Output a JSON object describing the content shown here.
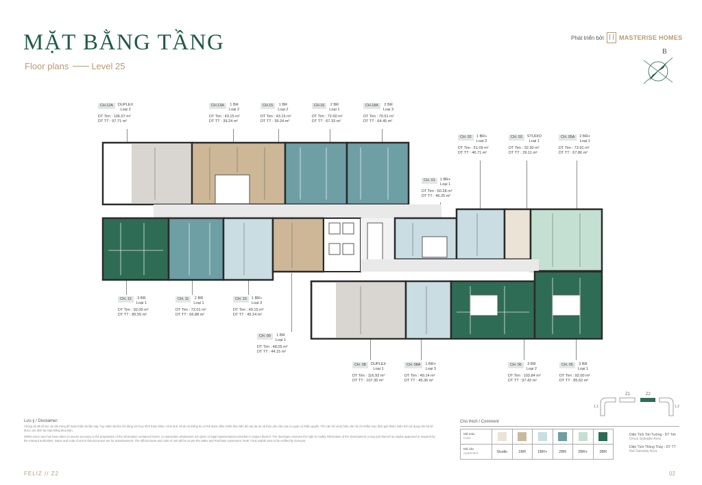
{
  "header": {
    "title": "MẶT BẰNG TẦNG",
    "subtitle": "Floor plans",
    "level": "Level 25"
  },
  "brand": {
    "prefix": "Phát triển bởi",
    "name": "MASTERISE HOMES"
  },
  "compass": {
    "label": "B"
  },
  "units": [
    {
      "id": "ch12a",
      "code": "CH.12A",
      "type": "DUPLEX",
      "loai": "Loại 2",
      "dt_tim": "DT Tim : 106.07 m²",
      "dt_tt": "DT TT : 97.71 m²"
    },
    {
      "id": "ch13a",
      "code": "CH.13A",
      "type": "1 BR",
      "loai": "Loại 2",
      "dt_tim": "DT Tim : 43.15 m²",
      "dt_tt": "DT TT : 39.24 m²"
    },
    {
      "id": "ch15",
      "code": "CH.15",
      "type": "1 BR",
      "loai": "Loại 2",
      "dt_tim": "DT Tim : 43.15 m²",
      "dt_tt": "DT TT : 39.24 m²"
    },
    {
      "id": "ch16",
      "code": "CH.16",
      "type": "2 BR",
      "loai": "Loại 1",
      "dt_tim": "DT Tim : 72.00 m²",
      "dt_tt": "DT TT : 67.33 m²"
    },
    {
      "id": "ch18a",
      "code": "CH.18A",
      "type": "2 BR",
      "loai": "Loại 3",
      "dt_tim": "DT Tim : 70.51 m²",
      "dt_tt": "DT TT : 64.45 m²"
    },
    {
      "id": "ch02",
      "code": "CH. 02",
      "type": "1 BR+",
      "loai": "Loại 2",
      "dt_tim": "DT Tim : 51.09 m²",
      "dt_tt": "DT TT : 46.71 m²"
    },
    {
      "id": "ch03",
      "code": "CH. 03",
      "type": "STUDIO",
      "loai": "Loại 1",
      "dt_tim": "DT Tim : 32.30 m²",
      "dt_tt": "DT TT : 29.11 m²"
    },
    {
      "id": "ch05a",
      "code": "CH. 05A",
      "type": "2 BR+",
      "loai": "Loại 1",
      "dt_tim": "DT Tim : 73.91 m²",
      "dt_tt": "DT TT : 67.86 m²"
    },
    {
      "id": "ch01",
      "code": "CH. 01",
      "type": "1 BR+",
      "loai": "Loại 1",
      "dt_tim": "DT Tim : 50.28 m²",
      "dt_tt": "DT TT : 46.25 m²"
    },
    {
      "id": "ch12",
      "code": "CH. 12",
      "type": "3 BR",
      "loai": "Loại 1",
      "dt_tim": "DT Tim : 92.00 m²",
      "dt_tt": "DT TT : 85.55 m²"
    },
    {
      "id": "ch11",
      "code": "CH. 11",
      "type": "2 BR",
      "loai": "Loại 1",
      "dt_tim": "DT Tim : 72.01 m²",
      "dt_tt": "DT TT : 66.88 m²"
    },
    {
      "id": "ch10",
      "code": "CH. 10",
      "type": "1 BR+",
      "loai": "Loại 3",
      "dt_tim": "DT Tim : 49.15 m²",
      "dt_tt": "DT TT : 45.24 m²"
    },
    {
      "id": "ch09",
      "code": "CH. 09",
      "type": "1 BR",
      "loai": "Loại 1",
      "dt_tim": "DT Tim : 48.05 m²",
      "dt_tt": "DT TT : 44.15 m²"
    },
    {
      "id": "ch08",
      "code": "CH. 08",
      "type": "DUPLEX",
      "loai": "Loại 1",
      "dt_tim": "DT Tim : 116.93 m²",
      "dt_tt": "DT TT : 107.36 m²"
    },
    {
      "id": "ch08a",
      "code": "CH. 08A",
      "type": "1 BR+",
      "loai": "Loại 3",
      "dt_tim": "DT Tim : 49.14 m²",
      "dt_tt": "DT TT : 45.36 m²"
    },
    {
      "id": "ch06",
      "code": "CH. 06",
      "type": "3 BR",
      "loai": "Loại 2",
      "dt_tim": "DT Tim : 103.84 m²",
      "dt_tt": "DT TT : 97.42 m²"
    },
    {
      "id": "ch05",
      "code": "CH. 05",
      "type": "3 BR",
      "loai": "Loại 1",
      "dt_tim": "DT Tim : 92.00 m²",
      "dt_tt": "DT TT : 85.62 m²"
    }
  ],
  "keymap": {
    "labels": [
      "Z1",
      "Z2",
      "1.1",
      "1.2"
    ]
  },
  "disclaimer": {
    "heading": "Lưu ý / Disclaimer:",
    "vi": "Chúng tôi đã nỗ lực và cẩn trọng để hoàn thiện tài liệu này. Tuy nhiên tài liệu chỉ dùng với mục đích tham khảo. Hình ảnh, số đo và thông tin có thể được điều chỉnh theo tiến độ của dự án và theo yêu cầu của cơ quan có thẩm quyền. Tên căn hộ và ký hiệu căn hộ chỉ nhằm mục đích giới thiệu. Diện tích sử dụng căn hộ sẽ được xác định tại Hợp Đồng Mua Bán.",
    "en": "Whilst every care has been taken to ensure accuracy in the preparation of the information contained herein, no warranties whatsoever are given or legal representation provided in respect thereof. The developer reserves the right to modify information of the development or any part thereof as maybe approved or required by the relevant authorities. Name and code of unit in this document are for advertisement. The official name and code of unit will be as per the Sales and Purchase Agreement. Note: Final usable area to be verified by surveyor."
  },
  "legend": {
    "title": "Chú thích / Comment",
    "color_label_vi": "Mã màu",
    "color_label_en": "Color",
    "type_label_vi": "Mã căn",
    "type_label_en": "Apartment",
    "types": [
      "Studio",
      "1BR",
      "1BR+",
      "2BR",
      "2BR+",
      "3BR"
    ],
    "colors": [
      "#ebe3d6",
      "#cbb89d",
      "#c9dde2",
      "#6d9ea3",
      "#c4e0d3",
      "#2e6b55"
    ],
    "note1_vi": "Diện Tích Tim Tường - DT Tim",
    "note1_en": "Gross Saleable Area",
    "note2_vi": "Diện Tích Thông Thủy - DT TT",
    "note2_en": "Net Saleable Area"
  },
  "footer": {
    "left": "FELIZ // Z2",
    "page": "02"
  }
}
